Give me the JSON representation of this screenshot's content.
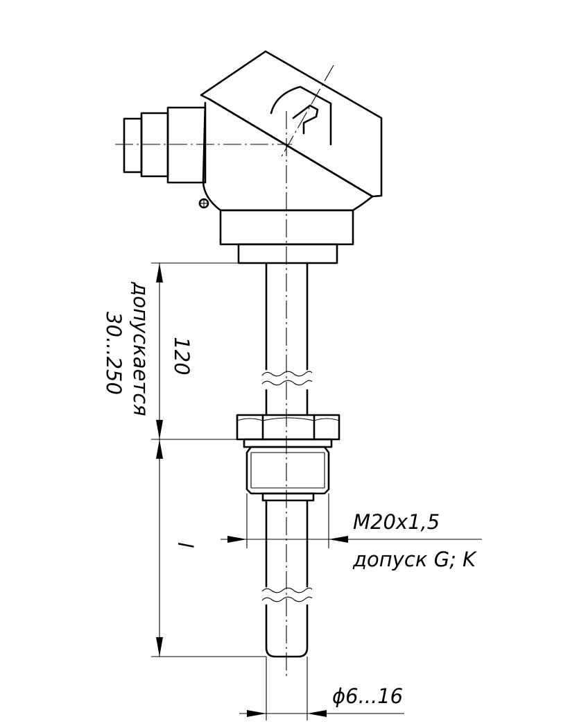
{
  "dimensions": {
    "head_to_fitting": "120",
    "allowed_label": "допускается",
    "allowed_range": "30...250",
    "immersion_length": "l",
    "thread_size": "M20x1,5",
    "thread_tolerance": "допуск G; K",
    "diameter": "ϕ6...16"
  }
}
